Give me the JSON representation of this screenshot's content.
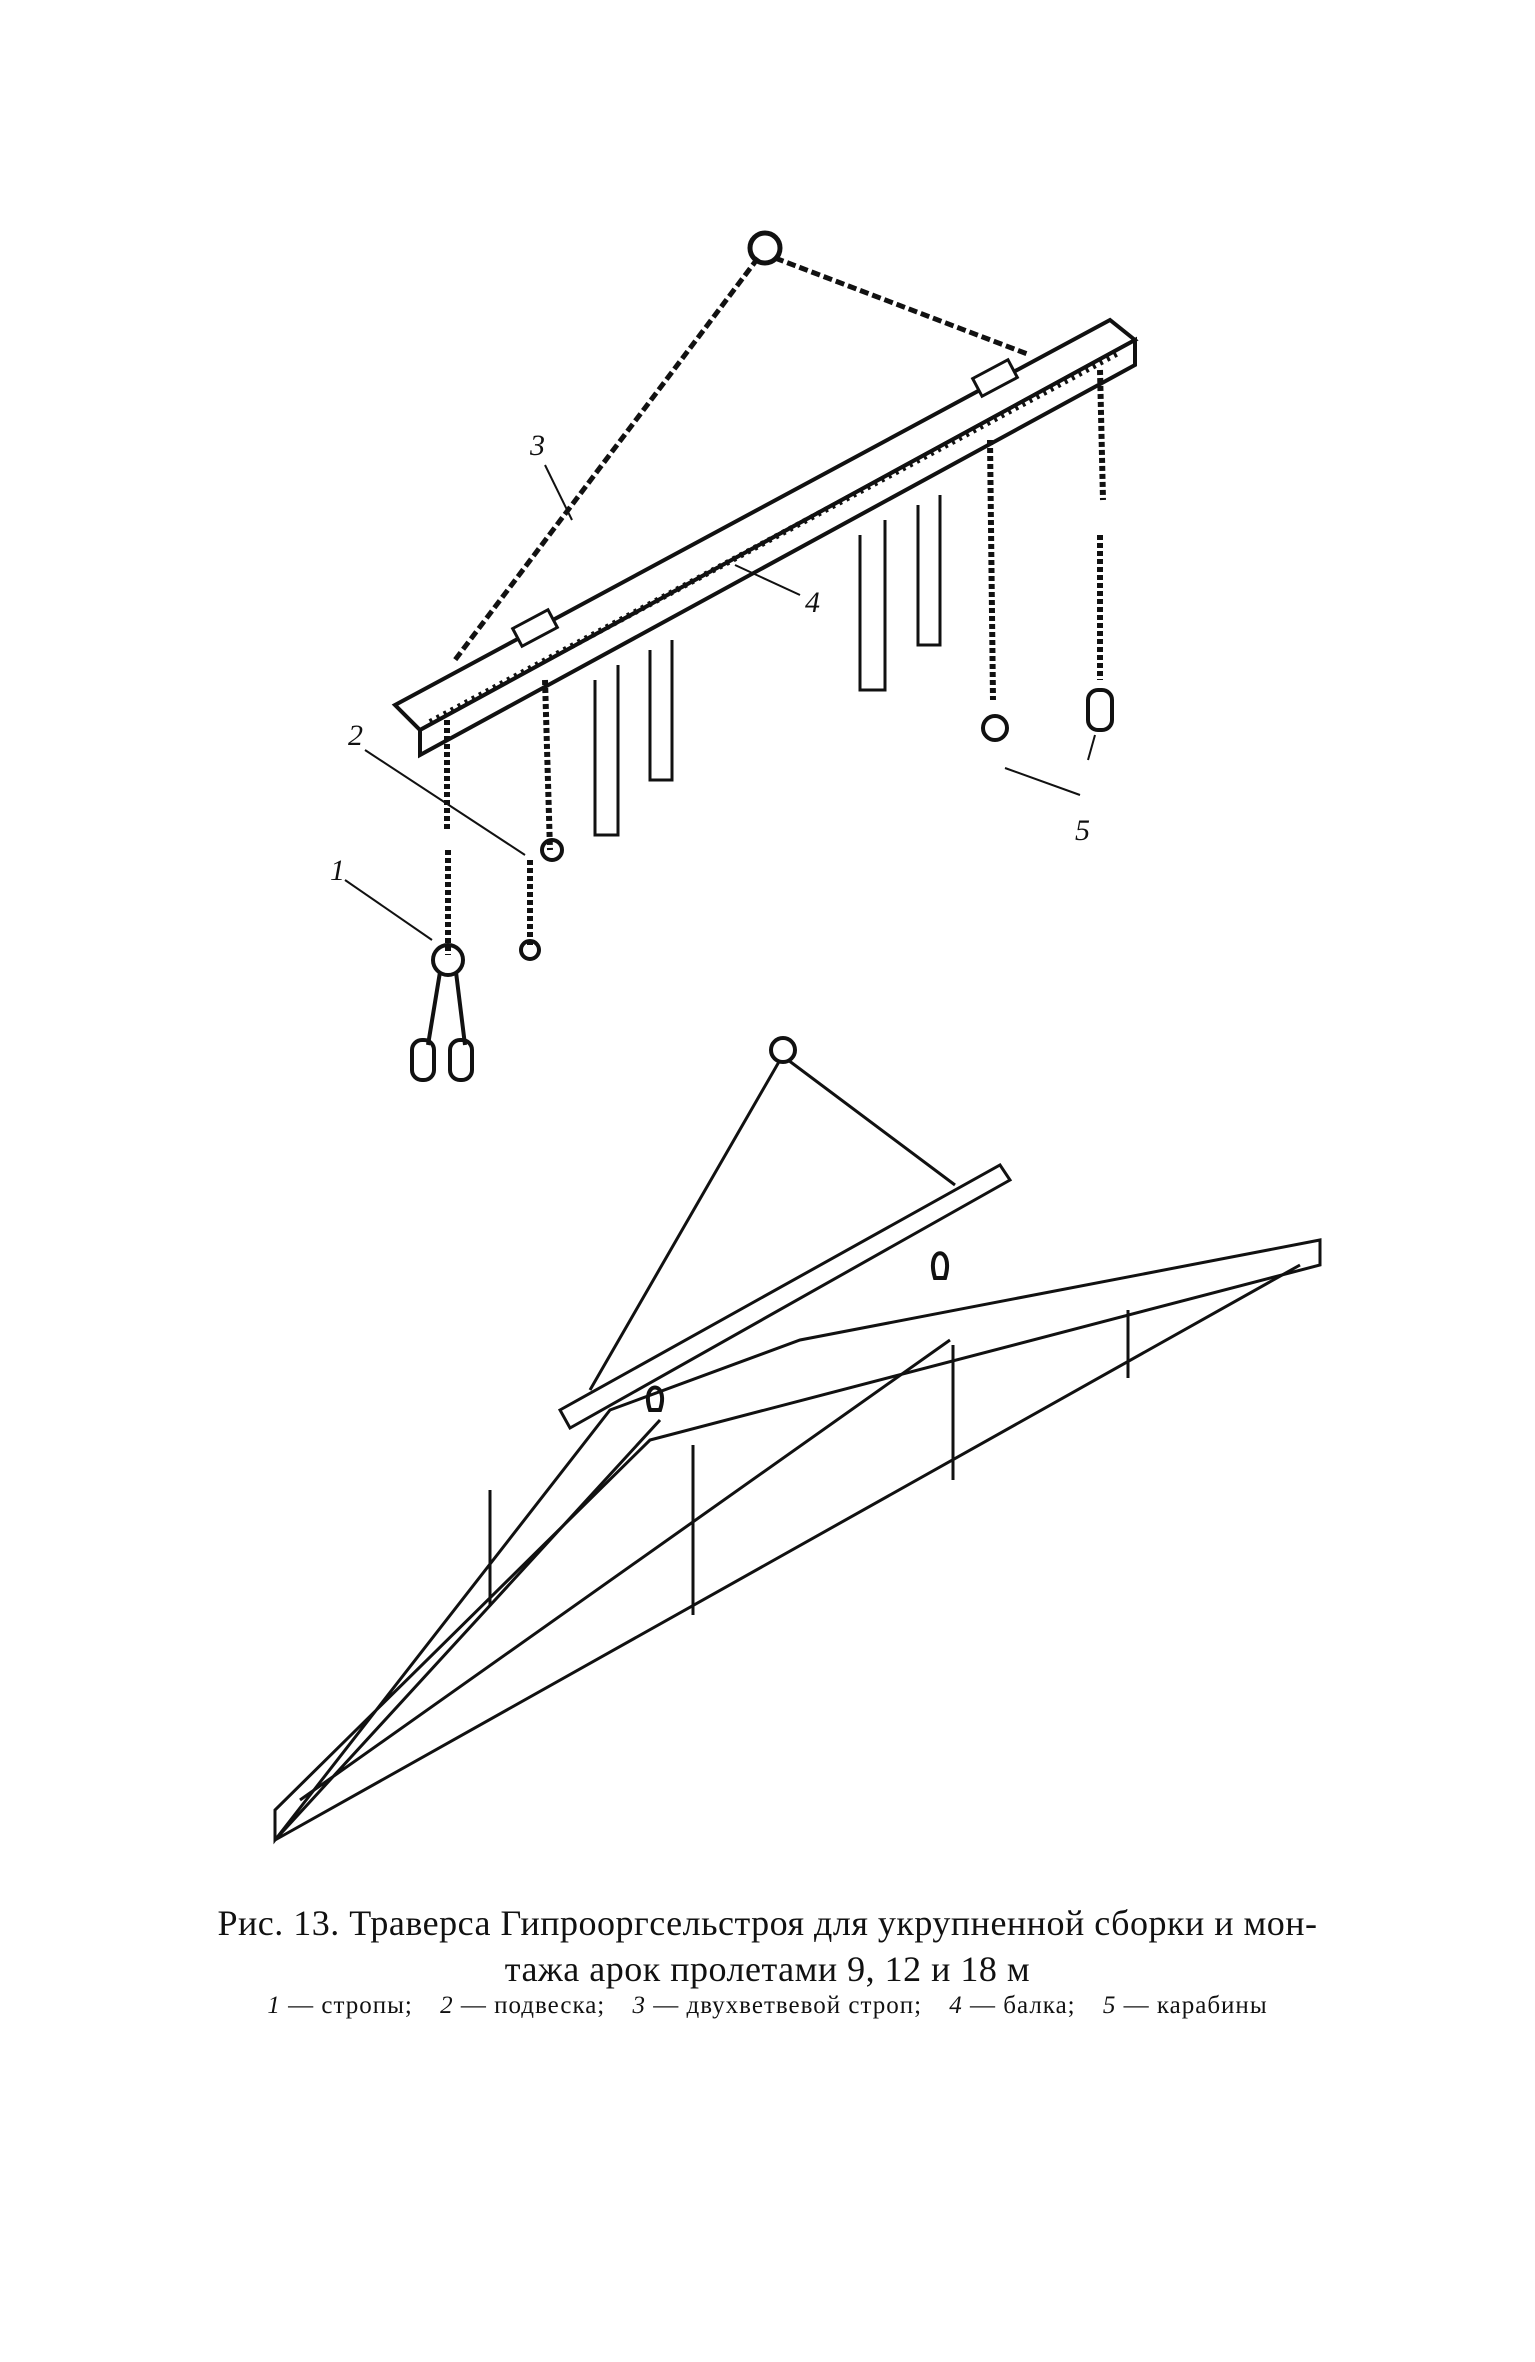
{
  "figure": {
    "top_labels": [
      "3",
      "4",
      "2",
      "1",
      "5"
    ]
  },
  "caption": {
    "title_line1": "Рис. 13. Траверса Гипрооргсельстроя для укрупненной сборки и мон-",
    "title_line2": "тажа арок пролетами 9, 12 и 18 м"
  },
  "legend": [
    {
      "num": "1",
      "text": "— стропы;"
    },
    {
      "num": "2",
      "text": "— подвеска;"
    },
    {
      "num": "3",
      "text": "— двухветвевой строп;"
    },
    {
      "num": "4",
      "text": "— балка;"
    },
    {
      "num": "5",
      "text": "— карабины"
    }
  ]
}
